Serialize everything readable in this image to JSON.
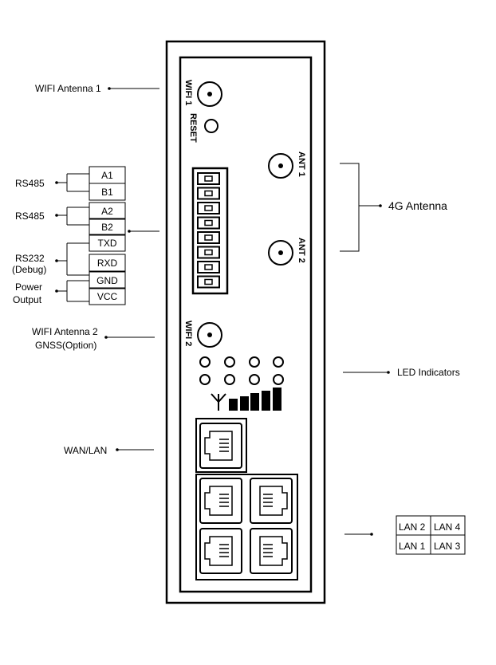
{
  "labels": {
    "wifi_antenna_1": "WIFI Antenna 1",
    "rs485_a": "RS485",
    "rs485_b": "RS485",
    "rs232": "RS232",
    "rs232_sub": "(Debug)",
    "power": "Power",
    "power_sub": "Output",
    "wifi_antenna_2": "WIFI Antenna 2",
    "gnss": "GNSS(Option)",
    "wan_lan": "WAN/LAN",
    "antenna_4g": "4G Antenna",
    "led_indicators": "LED Indicators"
  },
  "terminal_pins": [
    "A1",
    "B1",
    "A2",
    "B2",
    "TXD",
    "RXD",
    "GND",
    "VCC"
  ],
  "device": {
    "wifi1": "WIFI 1",
    "reset": "RESET",
    "ant1": "ANT 1",
    "ant2": "ANT 2",
    "wifi2": "WIFI 2"
  },
  "lan_table": {
    "row1": [
      "LAN 2",
      "LAN 4"
    ],
    "row2": [
      "LAN 1",
      "LAN 3"
    ]
  }
}
